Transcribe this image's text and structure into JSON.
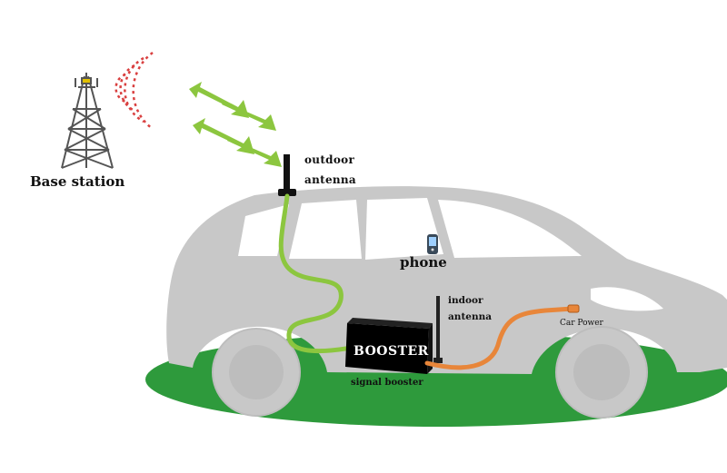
{
  "labels": {
    "base_station": "Base station",
    "outdoor_antenna_line1": "outdoor",
    "outdoor_antenna_line2": "antenna",
    "phone": "phone",
    "indoor_antenna_line1": "indoor",
    "indoor_antenna_line2": "antenna",
    "car_power": "Car Power",
    "booster": "BOOSTER",
    "signal_booster": "signal booster"
  },
  "colors": {
    "car_body": "#c8c8c8",
    "window": "#ffffff",
    "ground": "#2e9a3c",
    "outdoor_cable": "#8cc63f",
    "power_cable": "#e8863a",
    "signal_arrows": "#8cc63f",
    "radio_waves": "#d94040",
    "booster_box": "#000000"
  },
  "icons": {
    "tower": "cell-tower-icon",
    "phone": "mobile-phone-icon",
    "waves": "radio-wave-icon"
  }
}
